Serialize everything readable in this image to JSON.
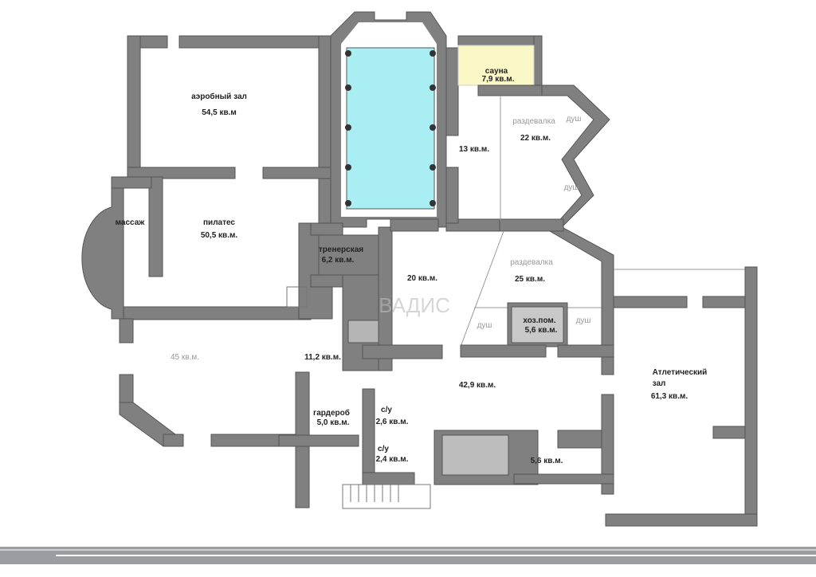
{
  "rooms": {
    "aerobic": {
      "name": "аэробный зал",
      "area": "54,5 кв.м"
    },
    "pilates": {
      "name": "пилатес",
      "area": "50,5 кв.м."
    },
    "massage": {
      "name": "массаж"
    },
    "sauna": {
      "name": "сауна",
      "area": "7,9 кв.м."
    },
    "corridor13": {
      "area": "13 кв.м."
    },
    "changing1": {
      "name": "раздевалка",
      "area": "22 кв.м.",
      "shower1": "душ",
      "shower2": "душ"
    },
    "trainer": {
      "name": "тренерская",
      "area": "6,2 кв.м."
    },
    "room20": {
      "area": "20 кв.м."
    },
    "changing2": {
      "name": "раздевалка",
      "area": "25 кв.м.",
      "shower1": "душ",
      "shower2": "душ"
    },
    "utility": {
      "name": "хоз.пом.",
      "area": "5,6 кв.м."
    },
    "room45": {
      "area": "45 кв.м."
    },
    "hall11": {
      "area": "11,2 кв.м."
    },
    "hall42": {
      "area": "42,9 кв.м."
    },
    "athletic": {
      "name1": "Атлетический",
      "name2": "зал",
      "area": "61,3 кв.м."
    },
    "wardrobe": {
      "name": "гардероб",
      "area": "5,0 кв.м."
    },
    "wc1": {
      "name": "с/у",
      "area": "2,6 кв.м."
    },
    "wc2": {
      "name": "с/у",
      "area": "2,4 кв.м."
    },
    "room5_6": {
      "area": "5,6 кв.м."
    }
  },
  "watermark": "ВАДИС",
  "colors": {
    "wall": "#808080",
    "pool": "#a9eef2",
    "sauna": "#fbf8c8"
  }
}
